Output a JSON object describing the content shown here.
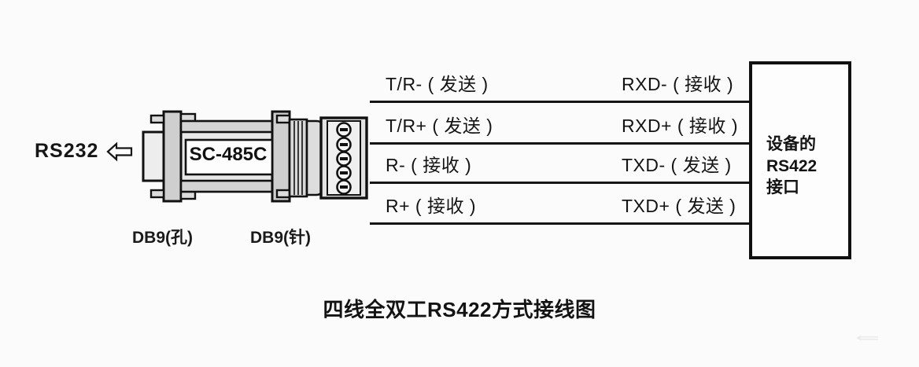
{
  "figure": {
    "caption": "四线全双工RS422方式接线图"
  },
  "left_side": {
    "interface_label": "RS232",
    "arrow_icon": "arrow-left-outline-icon"
  },
  "converter": {
    "model_label": "SC-485C",
    "db9_female_label": "DB9(孔)",
    "db9_male_label": "DB9(针)",
    "terminal_count": 5,
    "body_color": "#d0d0d0",
    "outline_color": "#111111"
  },
  "wiring": {
    "rows": [
      {
        "converter_signal": "T/R- ( 发送 )",
        "device_signal": "RXD- ( 接收 )"
      },
      {
        "converter_signal": "T/R+ ( 发送 )",
        "device_signal": "RXD+ ( 接收 )"
      },
      {
        "converter_signal": "R- ( 接收 )",
        "device_signal": "TXD- ( 发送 )"
      },
      {
        "converter_signal": "R+ ( 接收 )",
        "device_signal": "TXD+ ( 发送 )"
      }
    ],
    "line_color": "#151515"
  },
  "device": {
    "box_text": "设备的\nRS422\n接口",
    "border_color": "#101010"
  }
}
